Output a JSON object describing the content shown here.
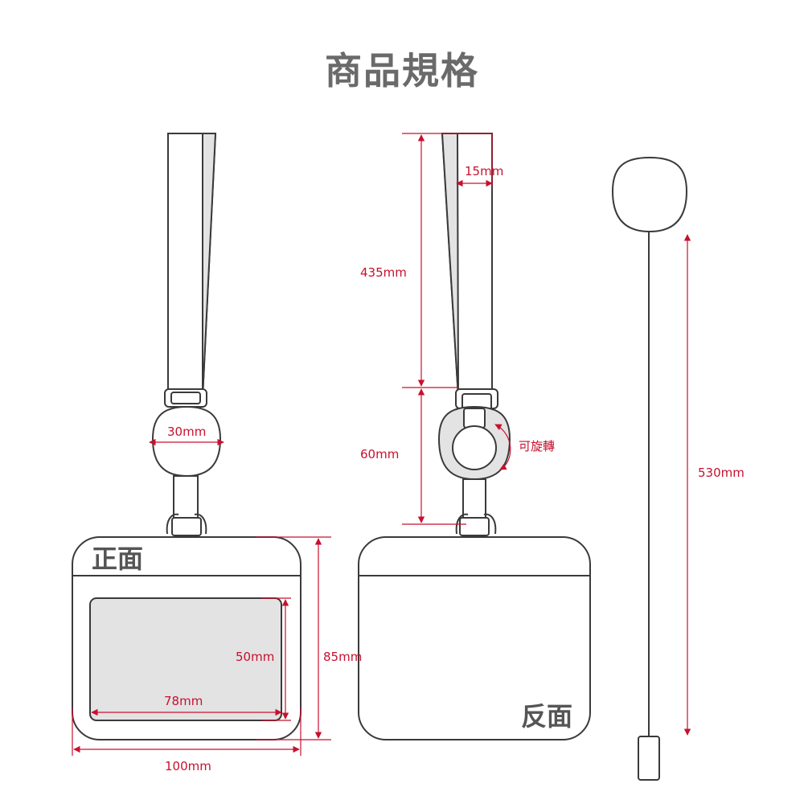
{
  "title": "商品規格",
  "labels": {
    "front": "正面",
    "back": "反面",
    "rotate": "可旋轉"
  },
  "dimensions": {
    "strap_width": "15mm",
    "strap_length": "435mm",
    "reel_width": "30mm",
    "reel_height": "60mm",
    "cord_length": "530mm",
    "window_width": "78mm",
    "window_height": "50mm",
    "holder_width": "100mm",
    "holder_height": "85mm"
  },
  "colors": {
    "dimension": "#c8102e",
    "outline": "#3a3a3a",
    "fill": "#e3e3e3"
  }
}
